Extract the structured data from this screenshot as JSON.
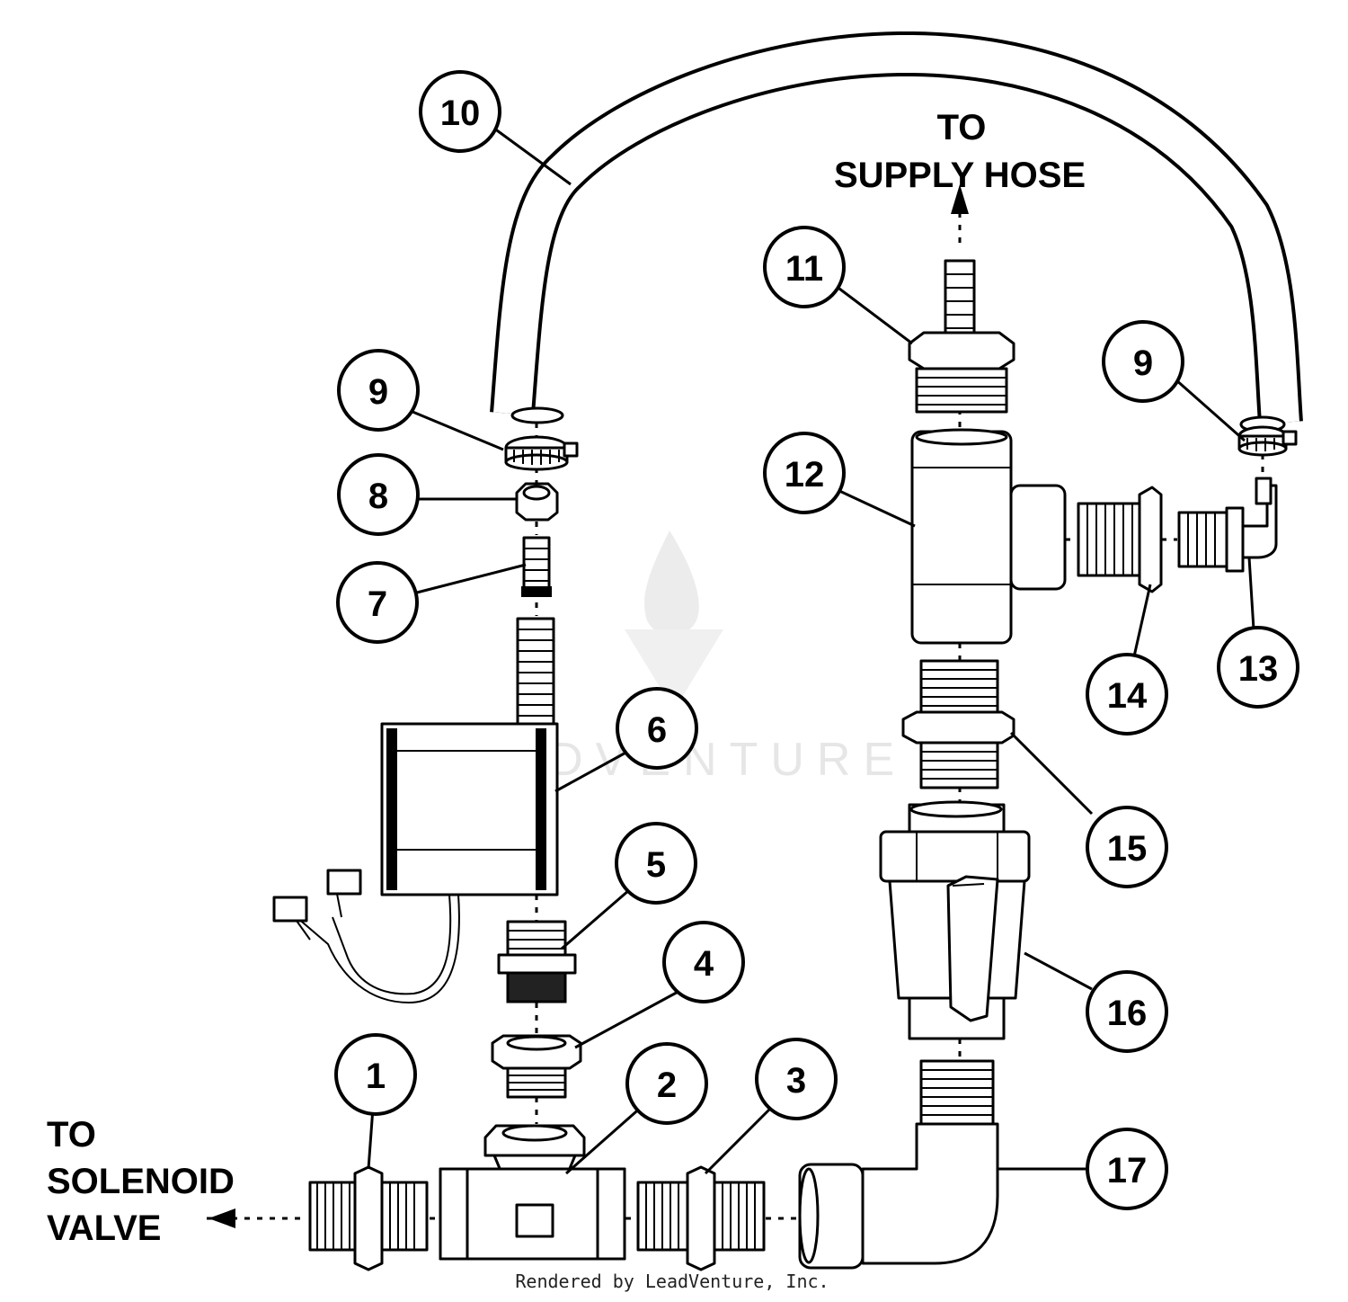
{
  "diagram": {
    "labels": {
      "supply_line1": "TO",
      "supply_line2": "SUPPLY HOSE",
      "solenoid_line1": "TO",
      "solenoid_line2": "SOLENOID",
      "solenoid_line3": "VALVE"
    },
    "callouts": [
      {
        "id": "c1",
        "number": "1"
      },
      {
        "id": "c2",
        "number": "2"
      },
      {
        "id": "c3",
        "number": "3"
      },
      {
        "id": "c4",
        "number": "4"
      },
      {
        "id": "c5",
        "number": "5"
      },
      {
        "id": "c6",
        "number": "6"
      },
      {
        "id": "c7",
        "number": "7"
      },
      {
        "id": "c8",
        "number": "8"
      },
      {
        "id": "c9a",
        "number": "9"
      },
      {
        "id": "c9b",
        "number": "9"
      },
      {
        "id": "c10",
        "number": "10"
      },
      {
        "id": "c11",
        "number": "11"
      },
      {
        "id": "c12",
        "number": "12"
      },
      {
        "id": "c13",
        "number": "13"
      },
      {
        "id": "c14",
        "number": "14"
      },
      {
        "id": "c15",
        "number": "15"
      },
      {
        "id": "c16",
        "number": "16"
      },
      {
        "id": "c17",
        "number": "17"
      }
    ],
    "watermark": "LEADVENTURE",
    "footer": "Rendered by LeadVenture, Inc."
  }
}
